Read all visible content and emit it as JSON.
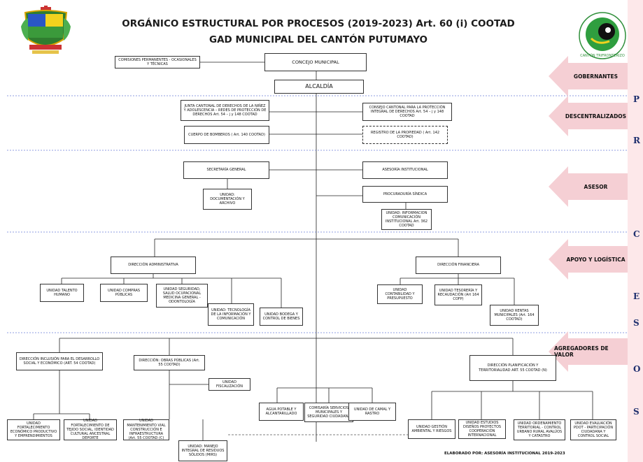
{
  "header": {
    "title_line1": "ORGÁNICO ESTRUCTURAL POR PROCESOS (2019-2023) Art. 60 (i) COOTAD",
    "title_line2": "GAD MUNICIPAL DEL CANTÓN PUTUMAYO",
    "right_logo_text": "CANTÓN TRIFRONTERIZO"
  },
  "levels": {
    "gobernantes": "GOBERNANTES",
    "descentralizados": "DESCENTRALIZADOS",
    "asesor": "ASESOR",
    "apoyo": "APOYO Y LOGÍSTICA",
    "agregadores": "AGREGADORES DE VALOR"
  },
  "side_letters": [
    "P",
    "R",
    "C",
    "E",
    "S",
    "O",
    "S"
  ],
  "nodes": {
    "comisiones": "COMISIONES PERMANENTES - OCASIONALES Y TÉCNICAS",
    "concejo": "CONCEJO MUNICIPAL",
    "alcaldia": "ALCALDÍA",
    "junta": "JUNTA CANTONAL DE DERECHOS DE LA NIÑEZ Y ADOLESCENCIA – REDES DE PROTECCIÓN DE DERECHOS Art. 54 – j y 148 COOTAD",
    "consejo": "CONSEJO CANTONAL PARA LA PROTECCIÓN INTEGRAL DE DERECHOS Art. 54 – j y 148 COOTAD",
    "bomberos": "CUERPO DE BOMBEROS ( Art. 140 COOTAD)",
    "registro": "REGISTRO DE LA PROPIEDAD ( Art. 142 COOTAD)",
    "secretaria": "SECRETARÍA GENERAL",
    "doc_archivo": "UNIDAD: DOCUMENTACIÓN Y ARCHIVO",
    "asesoria": "ASESORÍA INSTITUCIONAL",
    "procuraduria": "PROCURADURÍA SÍNDICA",
    "info_com": "UNIDAD: INFORMACION COMUNICACIÓN INSTITUCIONAL Art. 362 COOTAD",
    "dir_admin": "DIRECCIÓN ADMINISTRATIVA",
    "dir_fin": "DIRECCIÓN FINANCIERA",
    "talento": "UNIDAD TALENTO HUMANO",
    "compras": "UNIDAD COMPRAS PÚBLICAS",
    "seguridad": "UNIDAD SEGURIDAD, SALUD OCUPACIONAL MEDICINA GENERAL - ODONTOLOGÍA",
    "tecnologia": "UNIDAD: TECNOLOGÍA DE LA INFORMACIÓN Y COMUNICACIÓN",
    "bodega": "UNIDAD BODEGA Y CONTROL DE BIENES",
    "contabilidad": "UNIDAD CONTABILIDAD Y PRESUPUESTO",
    "tesoreria": "UNIDAD TESORERÍA Y RECAUDACIÓN (Art 164 COFP)",
    "rentas": "UNIDAD RENTAS MUNICIPALES (Art. 164 COOTAD)",
    "dir_inclusion": "DIRECCIÓN INCLUSIÓN PARA EL DESARROLLO SOCIAL Y ECONÓMICO (ART. 54 COOTAD)",
    "dir_obras": "DIRECCIÓN: OBRAS PÚBLICAS (Art. 55 COOTAD)",
    "fiscalizacion": "UNIDAD FISCALIZACIÓN",
    "dir_plan": "DIRECCIÓN PLANIFICACIÓN Y TERRITORIALIDAD ART. 55 COOTAD (N)",
    "fort_eco": "UNIDAD FORTALECIMIENTO ECONÓMICO PRODUCTIVO Y EMPRENDIMIENTOS",
    "fort_social": "UNIDAD FORTALECIMIENTO DE TEJIDO SOCIAL, IDENTIDAD CULTURAL ANCESTRAL DEPORTE",
    "mant_vial": "UNIDAD MANTENIMIENTO VIAL CONSTRUCCIÓN E INFRAESTRUCTURA (Art. 55 COOTAD (C)",
    "agua": "AGUA POTABLE Y ALCANTARILLADO",
    "comisaria": "COMISARÍA SERVICIOS MUNICIPALES Y SEGURIDAD CIUDADANA",
    "camal": "UNIDAD DE CAMAL Y RASTRO",
    "residuos": "UNIDAD: MANEJO INTEGRAL DE RESIDUOS SÓLIDOS (MIRS)",
    "gestion_amb": "UNIDAD GESTIÓN AMBIENTAL Y RIESGOS",
    "estudios": "UNIDAD ESTUDIOS DISEÑOS PROYECTOS COOPERACIÓN INTERNACIONAL",
    "ordenamiento": "UNIDAD ORDENAMIENTO TERRITORIAL - CONTROL URBANO RURAL AVALÚOS Y CATASTRO",
    "evaluacion": "UNIDAD EVALUACIÓN PDOT - PARTICIPACIÓN CIUDADANA Y CONTROL SOCIAL"
  },
  "footer": "ELABORADO POR: ASESORÍA INSTITUCIONAL 2019-2023",
  "colors": {
    "arrow_fill": "#f5cfd4",
    "divider": "#6b7fd8",
    "letters": "#1f2f6e",
    "sidebar": "#fde8ea"
  }
}
